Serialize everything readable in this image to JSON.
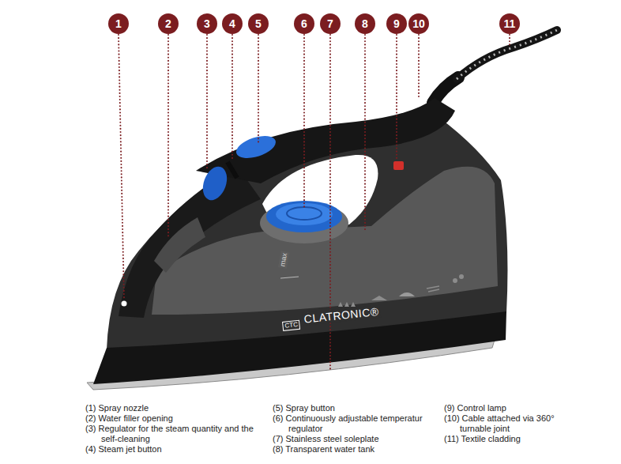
{
  "diagram": {
    "nodes": [
      {
        "text": [
          "1"
        ]
      },
      {
        "text": [
          "2"
        ]
      },
      {
        "text": [
          "3"
        ]
      },
      {
        "text": [
          "4"
        ]
      },
      {
        "text": [
          "5"
        ]
      },
      {
        "text": [
          "6"
        ]
      },
      {
        "text": [
          "7"
        ]
      },
      {
        "text": [
          "8"
        ]
      },
      {
        "text": [
          "9"
        ]
      },
      {
        "text": [
          "10"
        ]
      },
      {
        "text": [
          "11"
        ]
      }
    ],
    "edges": [],
    "labels": [
      "max",
      "CTC",
      "CLATRONIC®",
      "(1) Spray nozzle",
      "(2) Water filler opening",
      "(3) Regulator for the steam quantity and the self-cleaning",
      "(4) Steam jet button",
      "(5) Spray button",
      "(6) Continuously adjustable temperatur regulator",
      "(7) Stainless steel soleplate",
      "(8) Transparent water tank",
      "(9) Control lamp",
      "(10) Cable attached via 360° turnable joint",
      "(11) Textile cladding"
    ]
  }
}
